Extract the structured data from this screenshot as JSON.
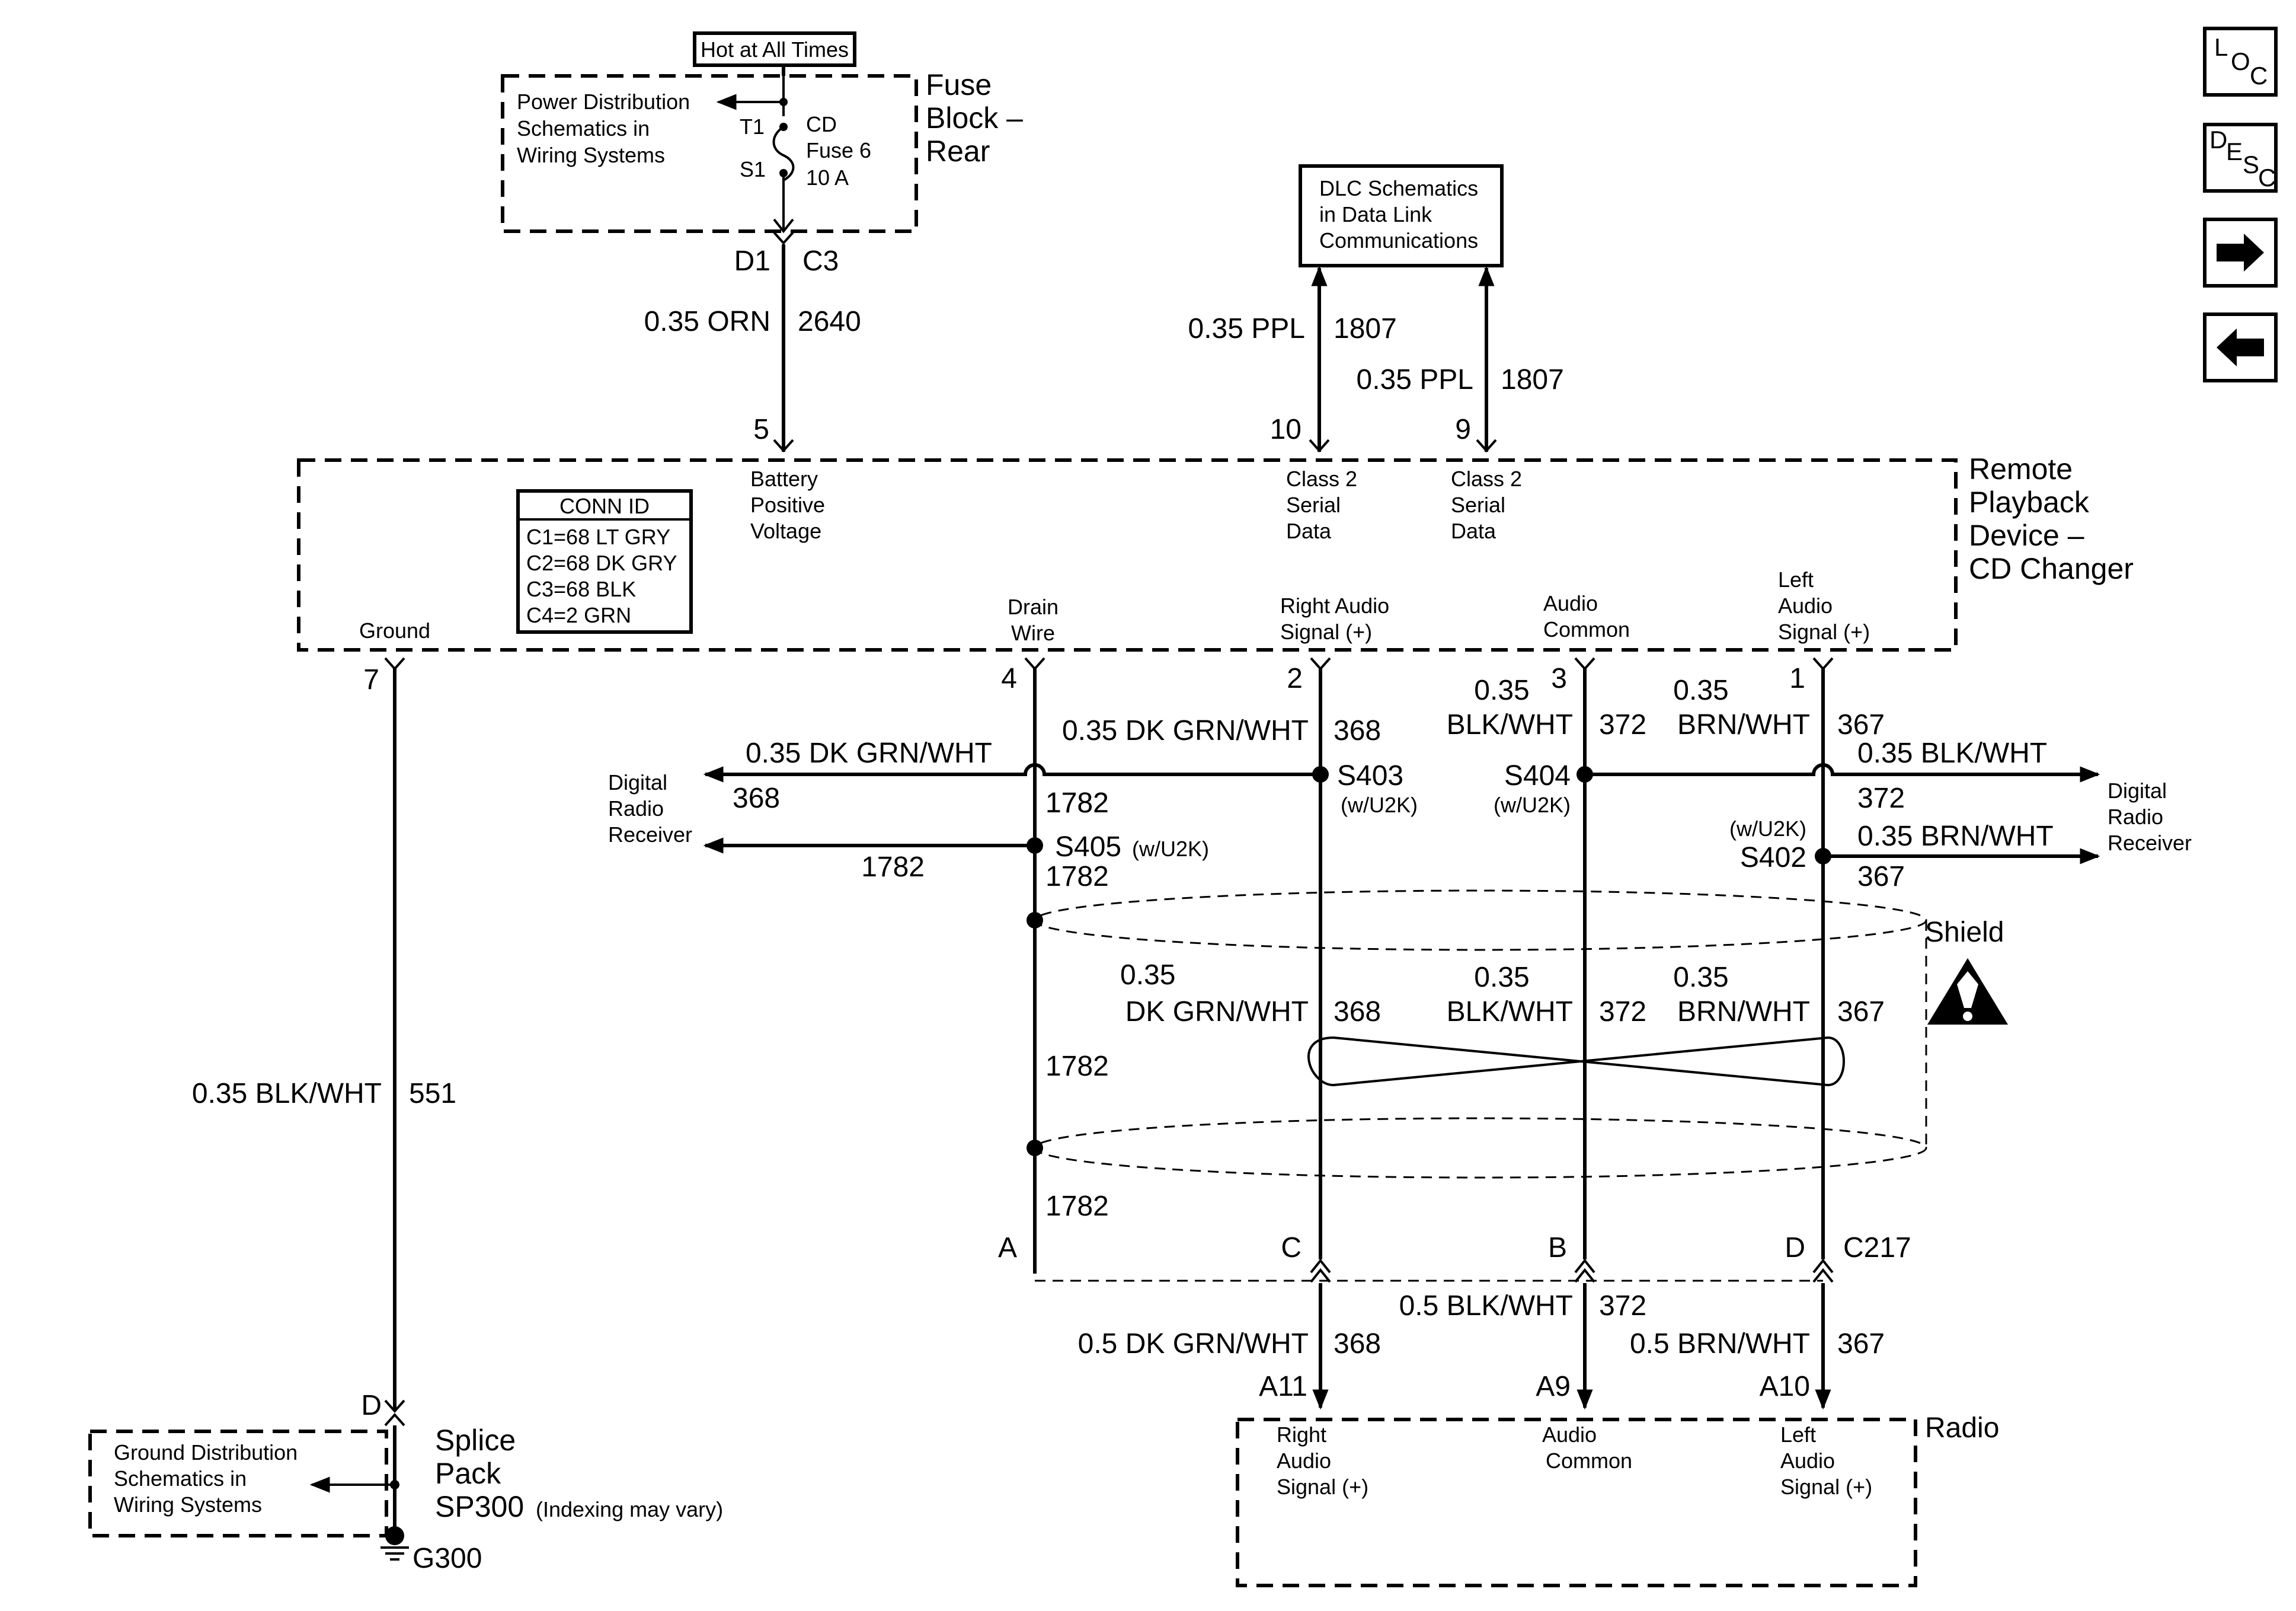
{
  "nav": {
    "loc": {
      "l": "L",
      "o": "O",
      "c": "C"
    },
    "desc": {
      "d": "D",
      "e": "E",
      "s": "S",
      "c": "C"
    }
  },
  "fuse_block": {
    "header": "Hot at All Times",
    "name": [
      "Fuse",
      "Block –",
      "Rear"
    ],
    "note": [
      "Power Distribution",
      "Schematics in",
      "Wiring Systems"
    ],
    "t1": "T1",
    "s1": "S1",
    "fuse": [
      "CD",
      "Fuse 6",
      "10 A"
    ],
    "pin_d1": "D1",
    "pin_c3": "C3"
  },
  "dlc": {
    "note": [
      "DLC Schematics",
      "in Data Link",
      "Communications"
    ]
  },
  "wires": {
    "battery": {
      "gauge": "0.35 ORN",
      "circuit": "2640"
    },
    "serial10": {
      "gauge": "0.35 PPL",
      "circuit": "1807"
    },
    "serial9": {
      "gauge": "0.35 PPL",
      "circuit": "1807"
    },
    "ground": {
      "gauge": "0.35 BLK/WHT",
      "circuit": "551"
    }
  },
  "device": {
    "name": [
      "Remote",
      "Playback",
      "Device –",
      "CD Changer"
    ],
    "conn_id": {
      "title": "CONN ID",
      "rows": [
        "C1=68 LT GRY",
        "C2=68 DK GRY",
        "C3=68 BLK",
        "C4=2 GRN"
      ]
    },
    "pins": {
      "p5": {
        "num": "5",
        "label": [
          "Battery",
          "Positive",
          "Voltage"
        ]
      },
      "p10": {
        "num": "10",
        "label": [
          "Class 2",
          "Serial",
          "Data"
        ]
      },
      "p9": {
        "num": "9",
        "label": [
          "Class 2",
          "Serial",
          "Data"
        ]
      },
      "p7": {
        "num": "7",
        "label": [
          "Ground"
        ]
      },
      "p4": {
        "num": "4",
        "label": [
          "Drain",
          "Wire"
        ]
      },
      "p2": {
        "num": "2",
        "label": [
          "Right Audio",
          "Signal (+)"
        ]
      },
      "p3": {
        "num": "3",
        "label": [
          "Audio",
          "Common"
        ]
      },
      "p1": {
        "num": "1",
        "label": [
          "Left",
          "Audio",
          "Signal (+)"
        ]
      }
    }
  },
  "upper": {
    "g368": "0.35 DK GRN/WHT",
    "c368": "368",
    "g372": [
      "0.35",
      "BLK/WHT"
    ],
    "c372": "372",
    "g367": [
      "0.35",
      "BRN/WHT"
    ],
    "c367": "367",
    "c1782": "1782"
  },
  "splices": {
    "s403": "S403",
    "s403_opt": "(w/U2K)",
    "s404": "S404",
    "s404_opt": "(w/U2K)",
    "s405": "S405",
    "s405_opt": "(w/U2K)",
    "s402": "S402",
    "s402_opt": "(w/U2K)"
  },
  "branches": {
    "left_368": {
      "gauge": "0.35 DK GRN/WHT",
      "circuit": "368"
    },
    "left_1782": {
      "circuit": "1782"
    },
    "right_372": {
      "gauge": "0.35 BLK/WHT",
      "circuit": "372"
    },
    "right_367": {
      "gauge": "0.35 BRN/WHT",
      "circuit": "367"
    },
    "drr_left": [
      "Digital",
      "Radio",
      "Receiver"
    ],
    "drr_right": [
      "Digital",
      "Radio",
      "Receiver"
    ]
  },
  "shield": {
    "label": "Shield",
    "g368": [
      "0.35",
      "DK GRN/WHT"
    ],
    "c368": "368",
    "g372": [
      "0.35",
      "BLK/WHT"
    ],
    "c372": "372",
    "g367": [
      "0.35",
      "BRN/WHT"
    ],
    "c367": "367",
    "c1782_a": "1782",
    "c1782_b": "1782",
    "c1782_c": "1782"
  },
  "c217": {
    "name": "C217",
    "a": "A",
    "b": "B",
    "c": "C",
    "d": "D"
  },
  "lower": {
    "g368": "0.5 DK GRN/WHT",
    "c368": "368",
    "g372": "0.5 BLK/WHT",
    "c372": "372",
    "g367": "0.5 BRN/WHT",
    "c367": "367",
    "pin_a11": "A11",
    "pin_a9": "A9",
    "pin_a10": "A10"
  },
  "radio": {
    "name": "Radio",
    "right": [
      "Right",
      "Audio",
      "Signal (+)"
    ],
    "common": [
      "Audio",
      "Common"
    ],
    "left": [
      "Left",
      "Audio",
      "Signal (+)"
    ]
  },
  "ground": {
    "pin_d": "D",
    "splice": [
      "Splice",
      "Pack",
      "SP300"
    ],
    "note_small": "(Indexing may vary)",
    "gnd": "G300",
    "note": [
      "Ground Distribution",
      "Schematics in",
      "Wiring Systems"
    ]
  }
}
